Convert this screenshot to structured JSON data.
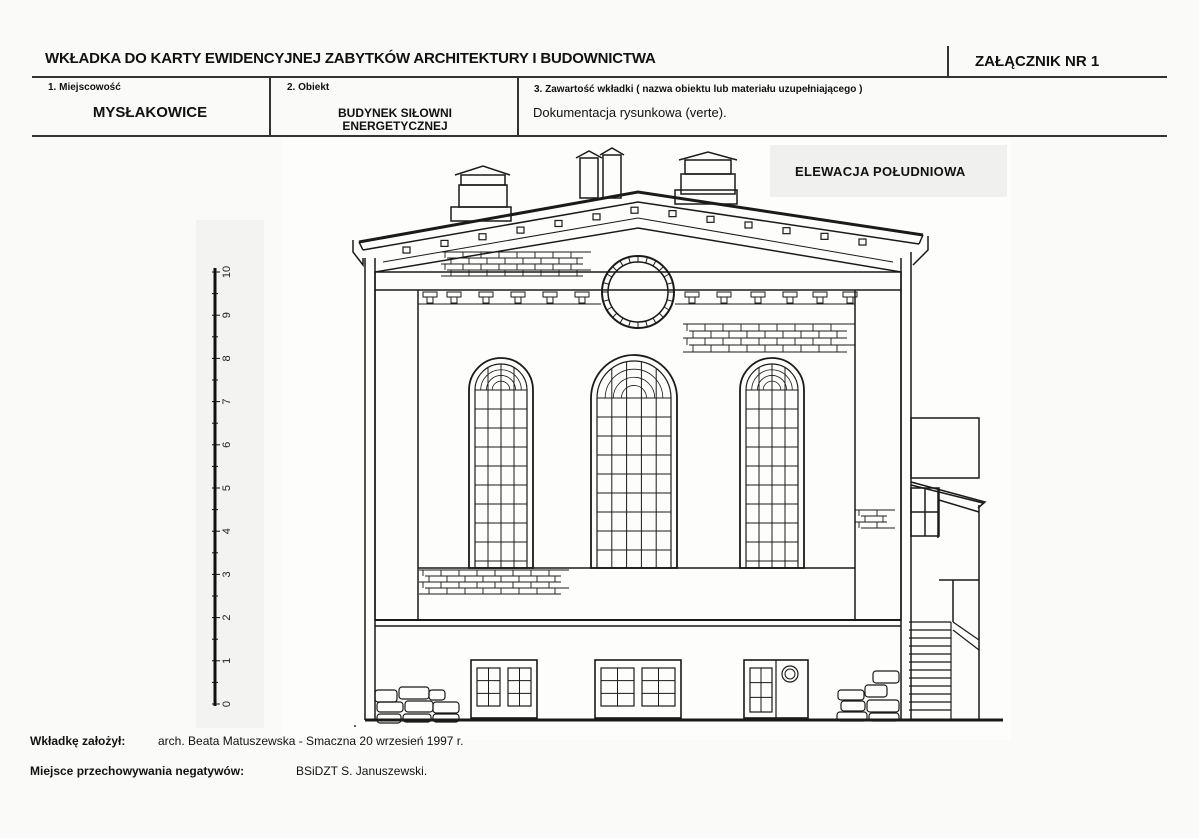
{
  "header": {
    "title": "WKŁADKA DO KARTY EWIDENCYJNEJ ZABYTKÓW ARCHITEKTURY I BUDOWNICTWA",
    "annex": "ZAŁĄCZNIK NR  1",
    "field1_label": "1. Miejscowość",
    "field1_value": "MYSŁAKOWICE",
    "field2_label": "2. Obiekt",
    "field2_value_line1": "BUDYNEK SIŁOWNI",
    "field2_value_line2": "ENERGETYCZNEJ",
    "field3_label": "3. Zawartość wkładki ( nazwa obiektu lub materiału uzupełniającego )",
    "field3_value": "Dokumentacja rysunkowa (verte)."
  },
  "drawing": {
    "caption": "ELEWACJA POŁUDNIOWA",
    "scale_labels": [
      "0",
      "1",
      "2",
      "3",
      "4",
      "5",
      "6",
      "7",
      "8",
      "9",
      "10"
    ]
  },
  "footer": {
    "author_label": "Wkładkę założył:",
    "author_value": "arch. Beata Matuszewska - Smaczna 20 wrzesień 1997 r.",
    "negatives_label": "Miejsce przechowywania negatywów:",
    "negatives_value": "BSiDZT  S. Januszewski."
  }
}
